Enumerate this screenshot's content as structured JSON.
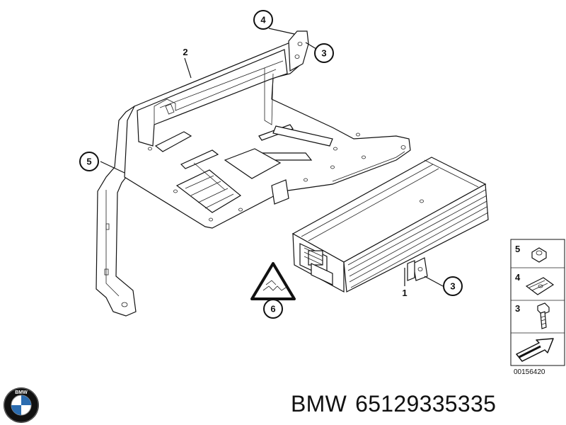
{
  "callouts": [
    {
      "id": "callout-1",
      "label": "1"
    },
    {
      "id": "callout-2",
      "label": "2"
    },
    {
      "id": "callout-3-top",
      "label": "3"
    },
    {
      "id": "callout-3-right",
      "label": "3"
    },
    {
      "id": "callout-4",
      "label": "4"
    },
    {
      "id": "callout-5",
      "label": "5"
    },
    {
      "id": "callout-6",
      "label": "6"
    }
  ],
  "legend": {
    "items": [
      {
        "number": "5",
        "part": "nut"
      },
      {
        "number": "4",
        "part": "clip nut"
      },
      {
        "number": "3",
        "part": "screw"
      }
    ],
    "ref_code": "00156420"
  },
  "caption": {
    "brand": "BMW",
    "part_number": "65129335335"
  },
  "logo": {
    "text": "BMW"
  }
}
